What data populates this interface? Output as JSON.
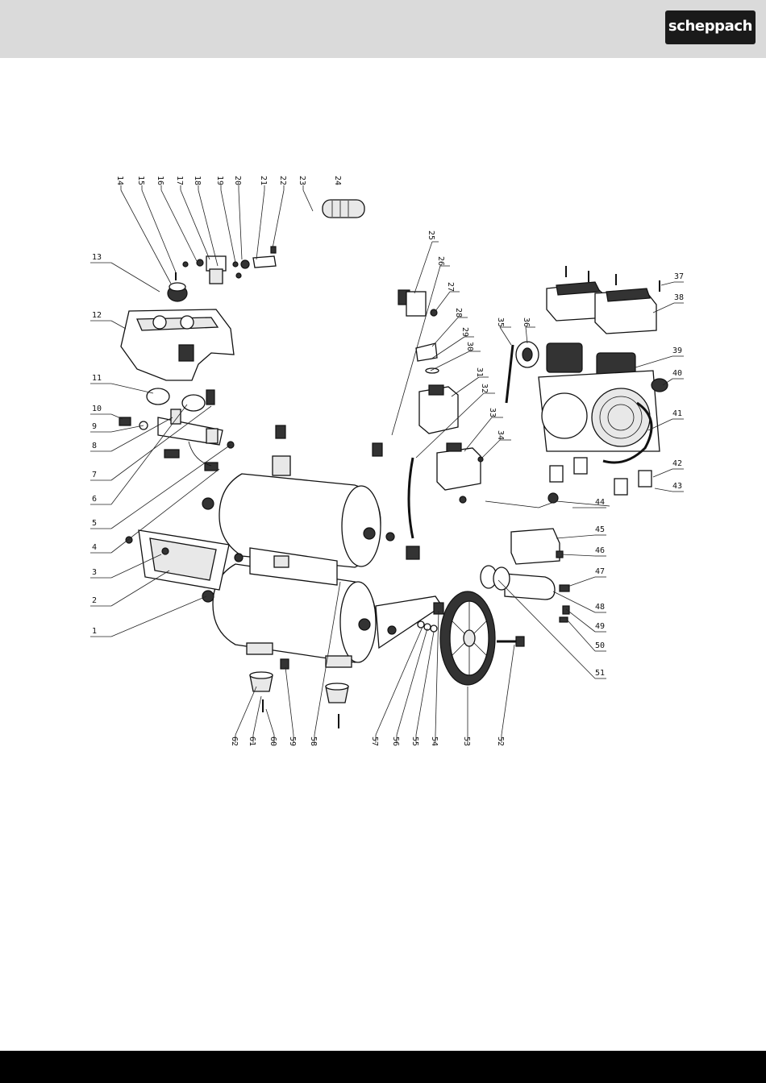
{
  "header": {
    "brand_logo_text": "scheppach"
  },
  "diagram": {
    "part_numbers": [
      "1",
      "2",
      "3",
      "4",
      "5",
      "6",
      "7",
      "8",
      "9",
      "10",
      "11",
      "12",
      "13",
      "14",
      "15",
      "16",
      "17",
      "18",
      "19",
      "20",
      "21",
      "22",
      "23",
      "24",
      "25",
      "26",
      "27",
      "28",
      "29",
      "30",
      "31",
      "32",
      "33",
      "34",
      "35",
      "36",
      "37",
      "38",
      "39",
      "40",
      "41",
      "42",
      "43",
      "44",
      "45",
      "46",
      "47",
      "48",
      "49",
      "50",
      "51",
      "52",
      "53",
      "54",
      "55",
      "56",
      "57",
      "58",
      "59",
      "60",
      "61",
      "62"
    ]
  },
  "colors": {
    "header_band": "#dadada",
    "logo_background": "#1a1a1a",
    "footer_band": "#000000",
    "line_art": "#111111"
  }
}
